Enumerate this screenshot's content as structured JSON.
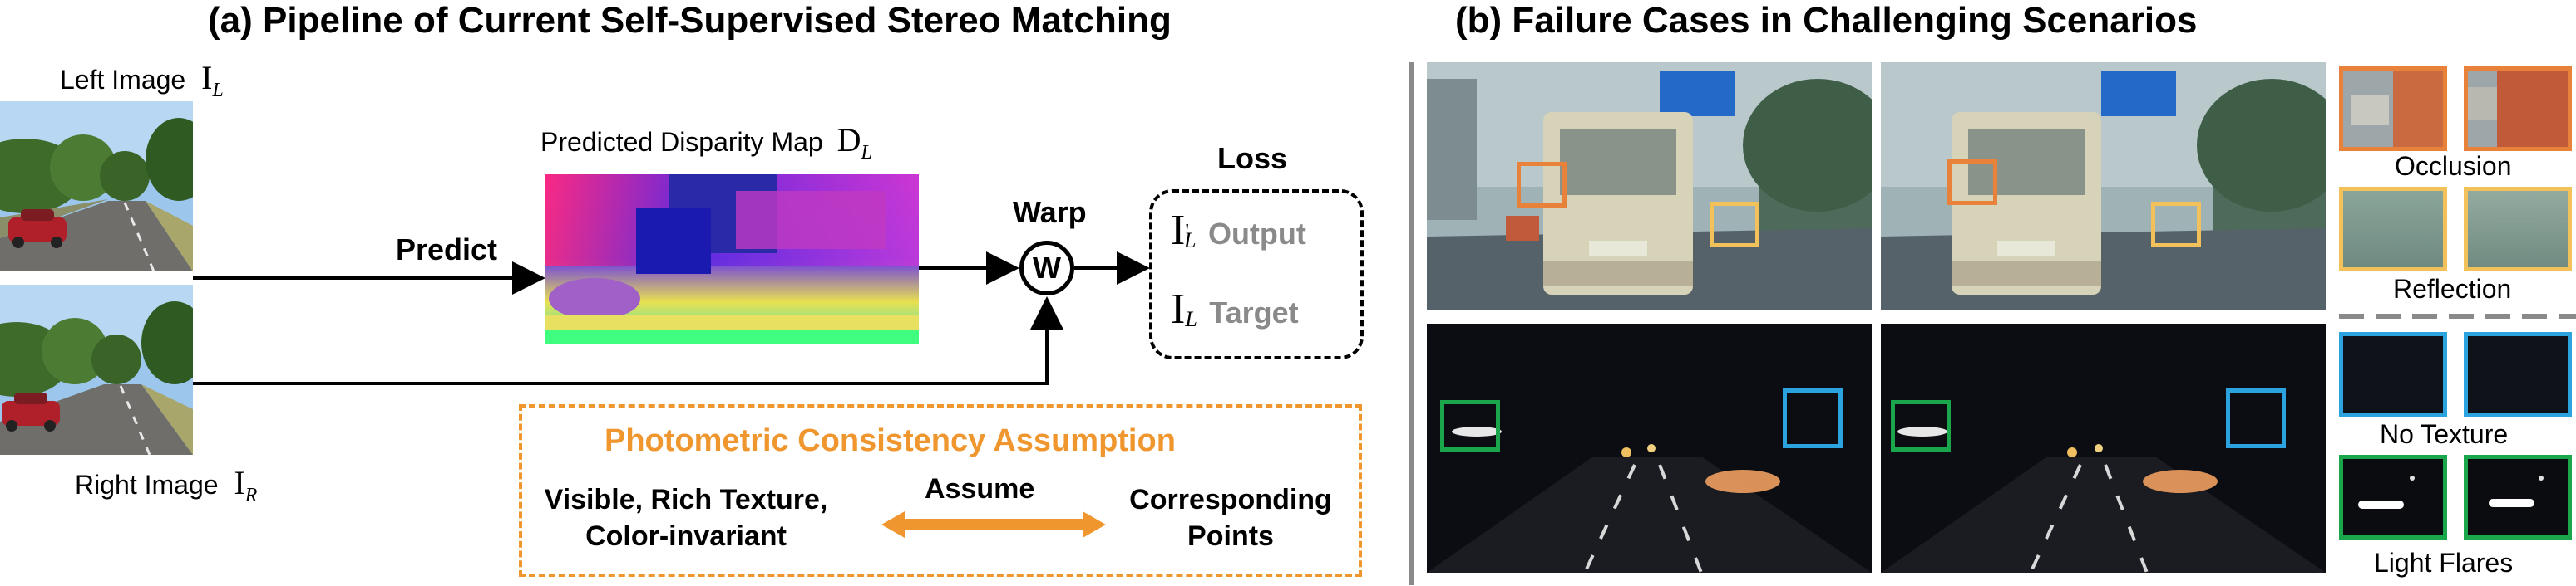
{
  "panel_a": {
    "title": "(a) Pipeline of Current Self-Supervised Stereo Matching",
    "left_image_label": "Left Image",
    "left_image_symbol": "I",
    "left_image_sub": "L",
    "right_image_label": "Right Image",
    "right_image_symbol": "I",
    "right_image_sub": "R",
    "disparity_label": "Predicted Disparity Map",
    "disparity_symbol": "D",
    "disparity_sub": "L",
    "predict_label": "Predict",
    "warp_label": "Warp",
    "warp_symbol": "W",
    "loss_title": "Loss",
    "output_symbol": "I",
    "output_prime": "'",
    "output_sub": "L",
    "output_label": "Output",
    "target_symbol": "I",
    "target_sub": "L",
    "target_label": "Target",
    "assumption_title": "Photometric Consistency Assumption",
    "assumption_left_line1": "Visible, Rich Texture,",
    "assumption_left_line2": "Color-invariant",
    "assumption_middle": "Assume",
    "assumption_right_line1": "Corresponding",
    "assumption_right_line2": "Points"
  },
  "panel_b": {
    "title": "(b) Failure Cases in Challenging Scenarios",
    "cases": [
      "Occlusion",
      "Reflection",
      "No Texture",
      "Light Flares"
    ]
  },
  "colors": {
    "orange": "#f0962e",
    "occlusion": "#e8823a",
    "reflection": "#f2c15a",
    "no_texture": "#2aa3de",
    "light_flares": "#1aa64a",
    "divider": "#888888"
  }
}
